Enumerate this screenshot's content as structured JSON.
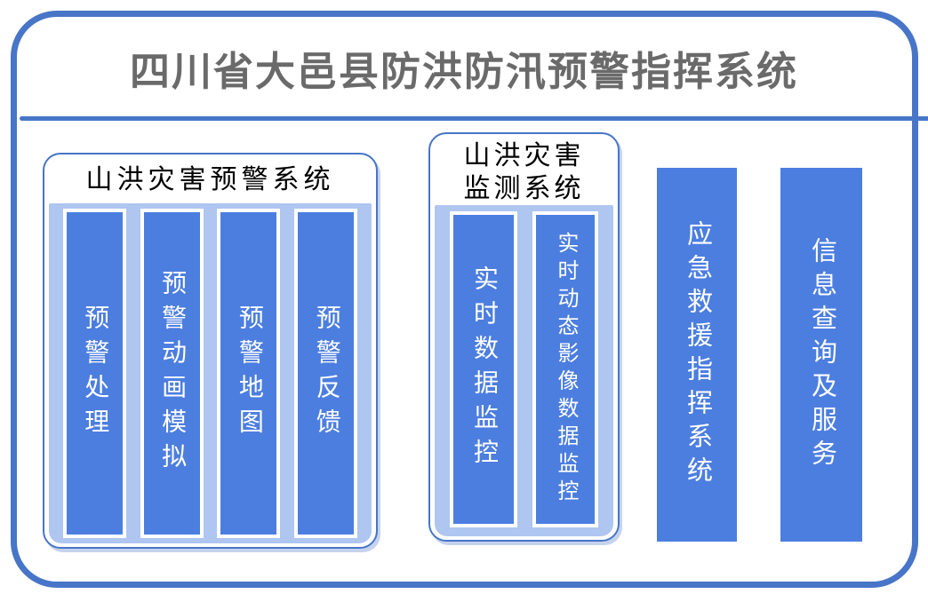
{
  "title": "四川省大邑县防洪防汛预警指挥系统",
  "colors": {
    "frame_border": "#4775C8",
    "divider": "#4775C8",
    "group_border": "#4775C8",
    "bar_fill": "#4C7EE0",
    "container_fill": "#AEC6F0",
    "bar_border": "#FFFFFF",
    "title_text": "#6A6A6A",
    "group_title_text": "#000000",
    "bar_text": "#FFFFFF"
  },
  "groups": [
    {
      "title": "山洪灾害预警系统",
      "title_lines": [
        "山洪灾害预警系统"
      ],
      "bars": [
        "预警处理",
        "预警动画模拟",
        "预警地图",
        "预警反馈"
      ]
    },
    {
      "title": "山洪灾害监测系统",
      "title_lines": [
        "山洪灾害",
        "监测系统"
      ],
      "bars": [
        "实时数据监控",
        "实时动态影像数据监控"
      ]
    }
  ],
  "standalone_bars": [
    {
      "label": "应急救援指挥系统"
    },
    {
      "label": "信息查询及服务"
    }
  ]
}
